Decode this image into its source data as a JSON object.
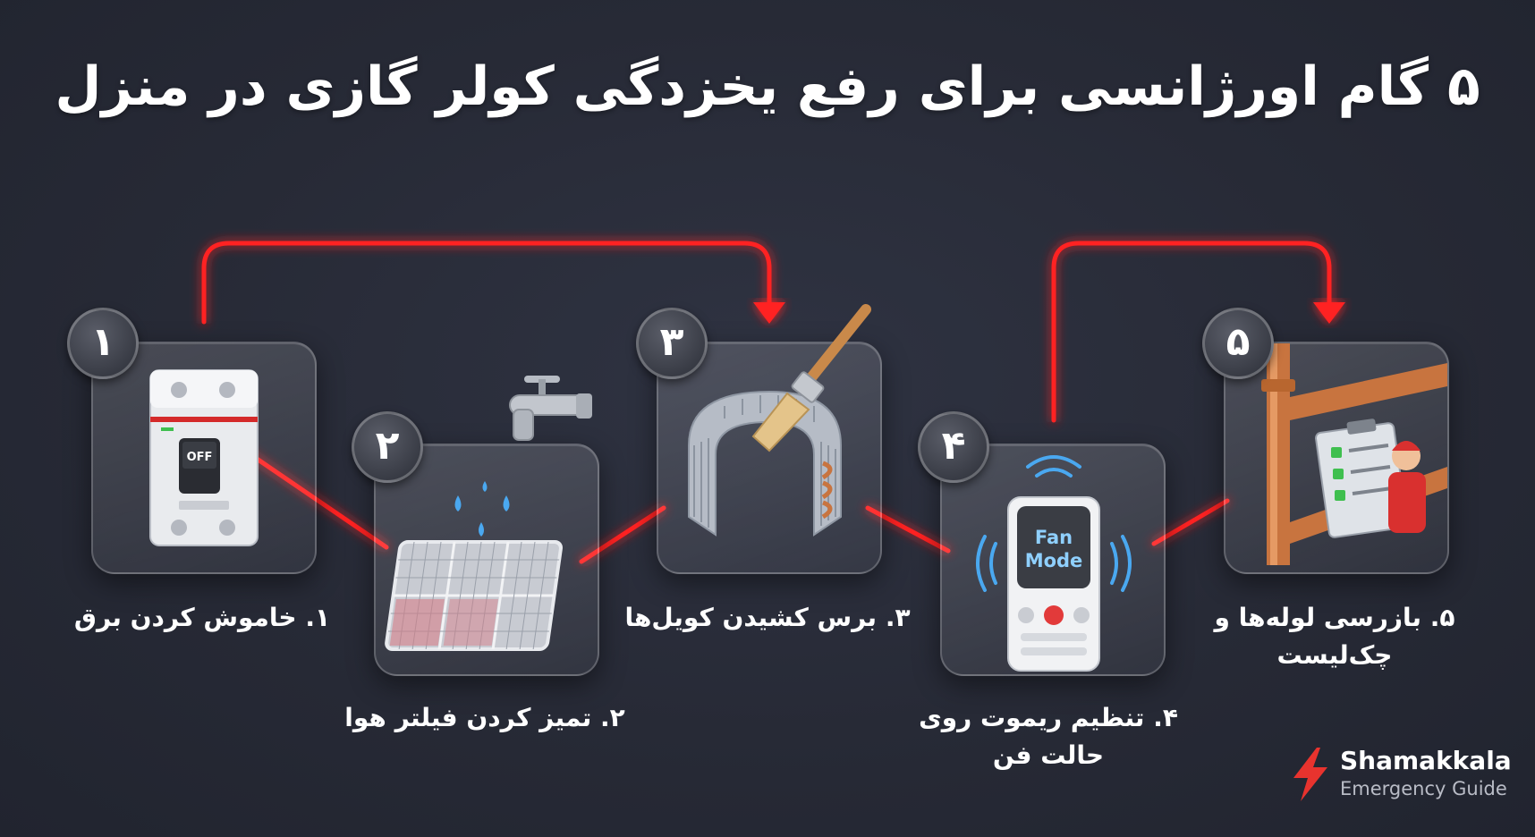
{
  "title": "۵ گام اورژانسی برای رفع یخزدگی کولر گازی در منزل",
  "steps": [
    {
      "number": "۱",
      "label": "۱. خاموش کردن برق",
      "icon": "circuit-breaker-icon",
      "switch_text": "OFF"
    },
    {
      "number": "۲",
      "label": "۲. تمیز کردن فیلتر هوا",
      "icon": "faucet-filter-icon"
    },
    {
      "number": "۳",
      "label": "۳. برس کشیدن کویل‌ها",
      "icon": "coil-brush-icon"
    },
    {
      "number": "۴",
      "label": "۴. تنظیم ریموت روی حالت فن",
      "icon": "remote-control-icon",
      "screen_line1": "Fan",
      "screen_line2": "Mode"
    },
    {
      "number": "۵",
      "label": "۵. بازرسی لوله‌ها و چک‌لیست",
      "icon": "pipes-checklist-icon"
    }
  ],
  "brand": {
    "name": "Shamakkala",
    "subtitle": "Emergency Guide",
    "icon": "lightning-bolt-icon"
  },
  "colors": {
    "background": "#272a36",
    "accent": "#ff2b2b",
    "copper": "#c8743f"
  }
}
